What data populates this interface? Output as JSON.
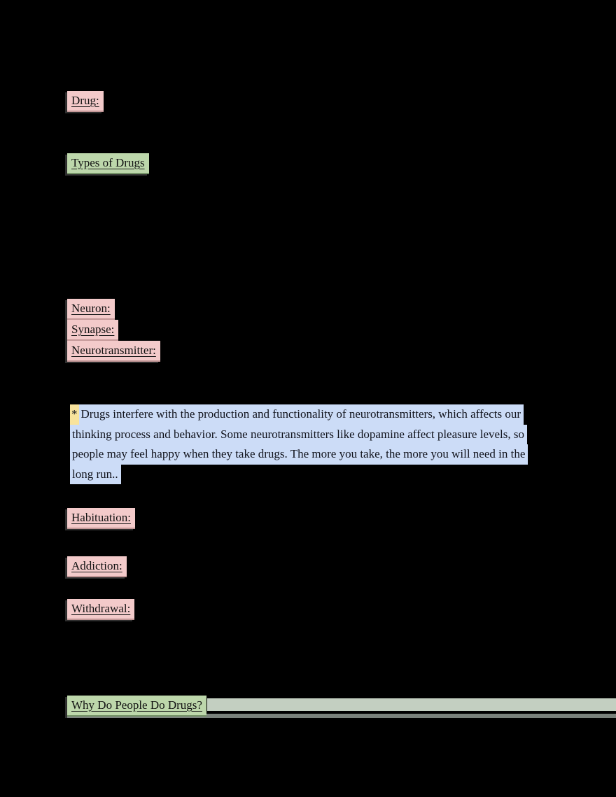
{
  "document": {
    "kind": "highlighted-notes-page",
    "background_color": "#000000",
    "highlight_colors": {
      "term_pink": "#f3caca",
      "heading_green": "#bdd7ab",
      "note_blue": "#ccdcf7",
      "asterisk_yellow": "#f8e39c",
      "heading_band_green": "#c3cfc1",
      "heading_band_strip": "#79817b",
      "text": "#121212"
    },
    "terms": {
      "drug": "Drug:",
      "neuron": "Neuron:",
      "synapse": "Synapse:",
      "neurotransmitter": "Neurotransmitter:",
      "habituation": "Habituation:",
      "addiction": "Addiction:",
      "withdrawal": "Withdrawal:"
    },
    "headings": {
      "types_of_drugs": "Types of Drugs",
      "why_do_people_do_drugs": "Why Do People Do Drugs?"
    },
    "note": {
      "asterisk": "*",
      "line1": "Drugs interfere with the production and functionality of neurotransmitters, which affects our",
      "line2": "thinking process and behavior. Some neurotransmitters like dopamine affect pleasure levels, so",
      "line3": "people may feel happy when they take drugs. The more you take, the more you will need in the",
      "line4": "long run.."
    }
  }
}
